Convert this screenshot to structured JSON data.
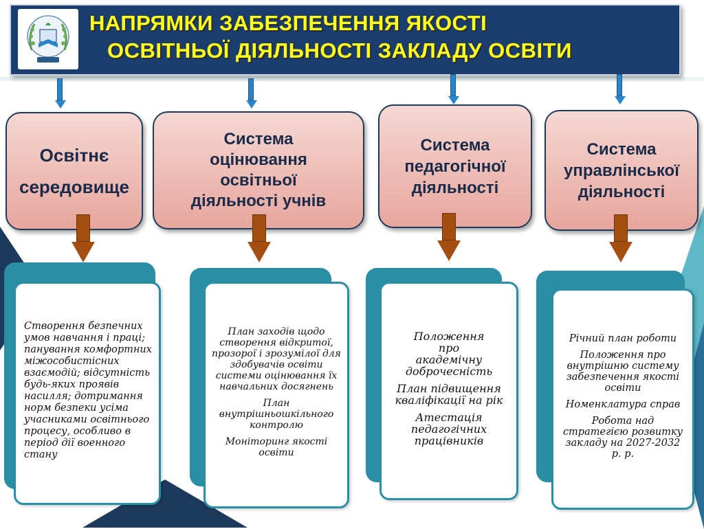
{
  "header": {
    "title_line1": "НАПРЯМКИ ЗАБЕЗПЕЧЕННЯ ЯКОСТІ",
    "title_line2": "ОСВІТНЬОЇ ДІЯЛЬНОСТІ ЗАКЛАДУ ОСВІТИ",
    "logo_icon": "school-emblem-icon"
  },
  "colors": {
    "banner": "#1a3d6e",
    "title_text": "#ffff1a",
    "category_fill": "#f0c2bb",
    "card_border": "#2a8fa5",
    "brown_arrow": "#a54e12",
    "blue_arrow": "#2a84c9"
  },
  "categories": [
    {
      "label": "Освітнє\nсередовище",
      "items": [
        "Створення безпечних умов навчання і праці; панування комфортних міжособистісних взаємодій; відсутність будь-яких проявів насилля; дотримання норм безпеки усіма учасниками освітнього процесу, особливо в період дії военного стану"
      ]
    },
    {
      "label": "Система\nоцінювання\nосвітньої\nдіяльності учнів",
      "items": [
        "План заходів щодо створення відкритої, прозорої і зрозумілої для здобувачів освіти системи оцінювання їх навчальних досягнень",
        "План внутрішньошкільного контролю",
        "Моніторинг якості освіти"
      ]
    },
    {
      "label": "Система\nпедагогічної\nдіяльності",
      "items": [
        "Положення\nпро\nакадемічну\nдоброчесність",
        "План підвищення кваліфікації на рік",
        "Атестація педагогічних працівників"
      ]
    },
    {
      "label": "Система\nуправлінської\nдіяльності",
      "items": [
        "Річний план роботи",
        "Положення про внутрішню систему забезпечення якості освіти",
        "Номенклатура справ",
        "Робота над стратегією розвитку закладу на 2027-2032 р. р."
      ]
    }
  ]
}
